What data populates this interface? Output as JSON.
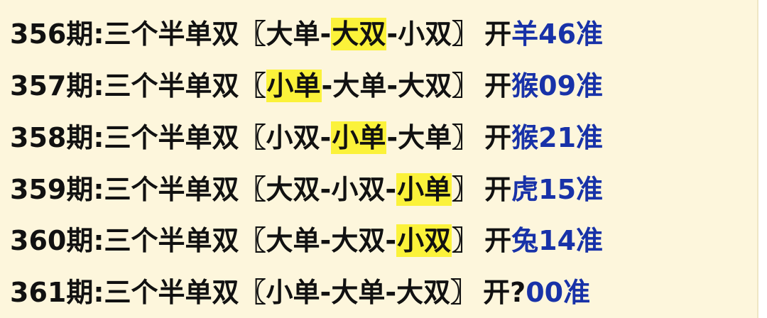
{
  "colors": {
    "background": "#fdf6dc",
    "text": "#111111",
    "highlight": "#fbf23a",
    "result": "#1832a8"
  },
  "rows": [
    {
      "prefix": "356期:三个半单双〖",
      "picks": [
        "大单",
        "大双",
        "小双"
      ],
      "separators": [
        "-",
        "-"
      ],
      "suffix": "〗",
      "kai": "开",
      "result": "羊46准",
      "highlighted_pick": 1
    },
    {
      "prefix": "357期:三个半单双〖",
      "picks": [
        "小单",
        "大单",
        "大双"
      ],
      "separators": [
        "-",
        "-"
      ],
      "suffix": "〗",
      "kai": "开",
      "result": "猴09准",
      "highlighted_pick": 0
    },
    {
      "prefix": "358期:三个半单双〖",
      "picks": [
        "小双",
        "小单",
        "大单"
      ],
      "separators": [
        "-",
        "-"
      ],
      "suffix": "〗",
      "kai": "开",
      "result": "猴21准",
      "highlighted_pick": 1
    },
    {
      "prefix": "359期:三个半单双〖",
      "picks": [
        "大双",
        "小双",
        "小单"
      ],
      "separators": [
        "-",
        "-"
      ],
      "suffix": "〗",
      "kai": "开",
      "result": "虎15准",
      "highlighted_pick": 2
    },
    {
      "prefix": "360期:三个半单双〖",
      "picks": [
        "大单",
        "大双",
        "小双"
      ],
      "separators": [
        "-",
        "-"
      ],
      "suffix": "〗",
      "kai": "开",
      "result": "兔14准",
      "highlighted_pick": 2
    },
    {
      "prefix": "361期:三个半单双〖",
      "picks": [
        "小单",
        "大单",
        "大双"
      ],
      "separators": [
        "-",
        "-"
      ],
      "suffix": "〗",
      "kai": "开?",
      "result": "00准",
      "highlighted_pick": null
    }
  ]
}
